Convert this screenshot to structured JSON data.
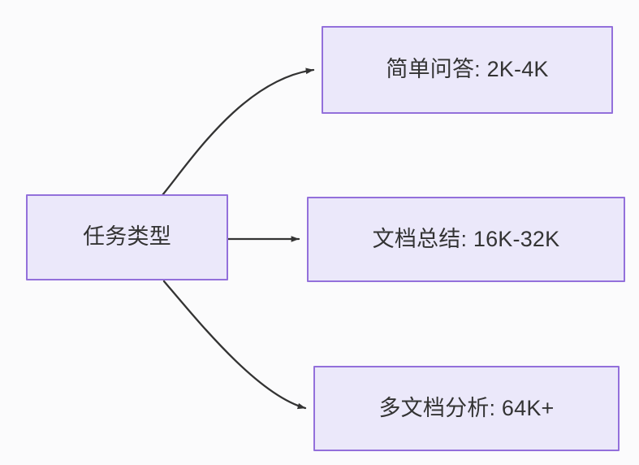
{
  "diagram": {
    "type": "flowchart",
    "direction": "left-to-right",
    "title": "任务类型",
    "colors": {
      "node_fill": "#ebe8fa",
      "node_border": "#9370db",
      "node_text": "#333333",
      "edge": "#333333",
      "background": "#fbfbfc"
    },
    "nodes": [
      {
        "id": "root",
        "label": "任务类型"
      },
      {
        "id": "simple_qa",
        "label": "简单问答: 2K-4K"
      },
      {
        "id": "doc_sum",
        "label": "文档总结: 16K-32K"
      },
      {
        "id": "multi_doc",
        "label": "多文档分析: 64K+"
      }
    ],
    "edges": [
      {
        "id": "edge-root-simple-qa",
        "from": "root",
        "to": "simple_qa",
        "label": "",
        "style": "curved-arrow"
      },
      {
        "id": "edge-root-doc-sum",
        "from": "root",
        "to": "doc_sum",
        "label": "",
        "style": "straight-arrow"
      },
      {
        "id": "edge-root-multi-doc",
        "from": "root",
        "to": "multi_doc",
        "label": "",
        "style": "curved-arrow"
      }
    ]
  }
}
